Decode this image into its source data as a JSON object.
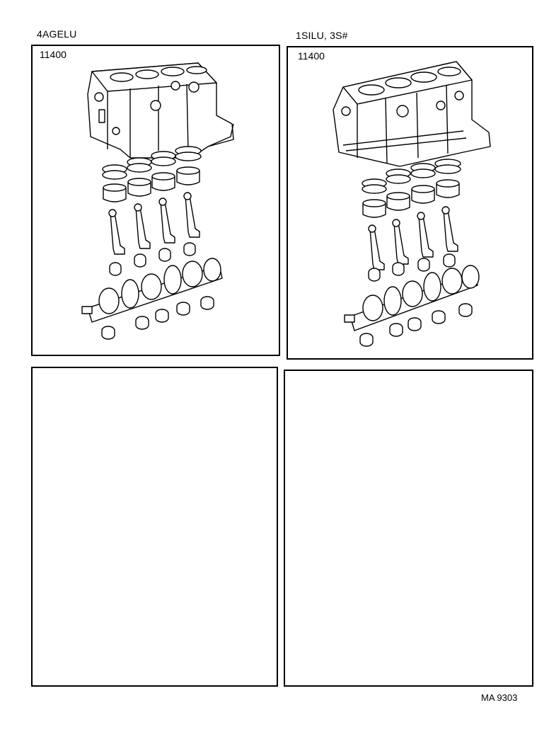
{
  "panels": [
    {
      "model": "4AGELU",
      "part_number": "11400"
    },
    {
      "model": "1SILU, 3S#",
      "part_number": "11400"
    }
  ],
  "footer": {
    "code": "MA 9303"
  }
}
